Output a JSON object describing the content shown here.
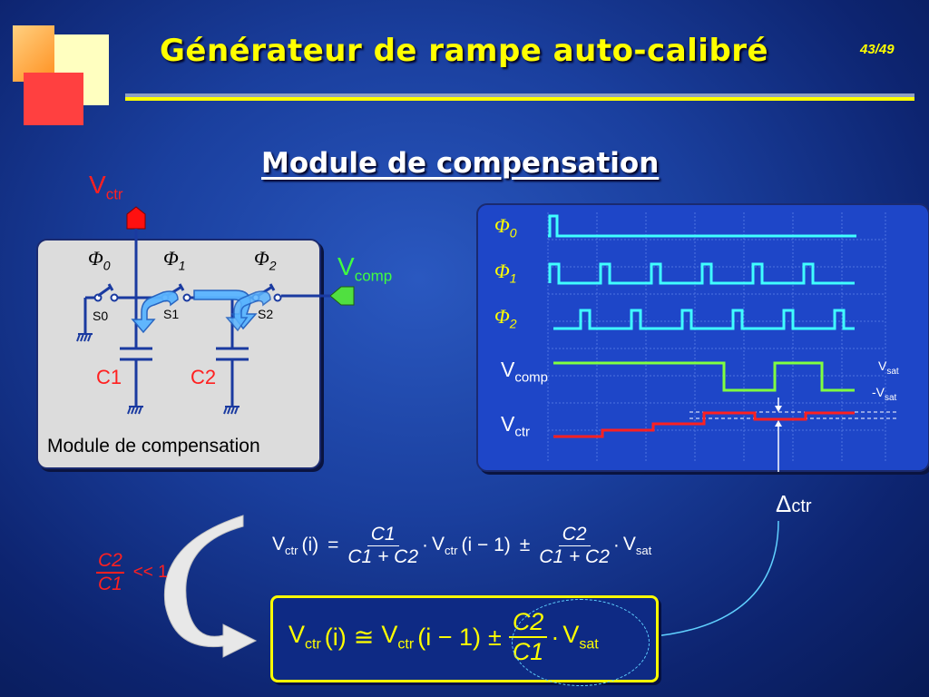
{
  "header": {
    "title": "Générateur de rampe auto-calibré",
    "page_number": "43/49"
  },
  "subtitle": "Module de compensation",
  "circuit": {
    "vctr_label": "V",
    "vctr_sub": "ctr",
    "vcomp_label": "V",
    "vcomp_sub": "comp",
    "phi0": "Φ",
    "phi0_sub": "0",
    "phi1": "Φ",
    "phi1_sub": "1",
    "phi2": "Φ",
    "phi2_sub": "2",
    "s0": "S0",
    "s1": "S1",
    "s2": "S2",
    "c1": "C1",
    "c2": "C2",
    "caption": "Module de compensation"
  },
  "timing": {
    "phi0": "Φ",
    "phi0_sub": "0",
    "phi1": "Φ",
    "phi1_sub": "1",
    "phi2": "Φ",
    "phi2_sub": "2",
    "vcomp_label": "V",
    "vcomp_sub": "comp",
    "vctr_label": "V",
    "vctr_sub": "ctr",
    "vsat_label": "V",
    "vsat_sub": "sat",
    "neg_vsat_label": "-V",
    "neg_vsat_sub": "sat"
  },
  "delta": {
    "symbol": "Δ",
    "sub": "ctr"
  },
  "condition": {
    "numerator": "C2",
    "denominator": "C1",
    "relation": "<< 1"
  },
  "equation1": {
    "v1": "V",
    "v1_sub": "ctr",
    "arg1": "(i)",
    "eq": "=",
    "frac1_num": "C1",
    "frac1_den": "C1 + C2",
    "dot1": "·",
    "v2": "V",
    "v2_sub": "ctr",
    "arg2": "(i − 1)",
    "pm": "±",
    "frac2_num": "C2",
    "frac2_den": "C1 + C2",
    "dot2": "·",
    "v3": "V",
    "v3_sub": "sat"
  },
  "equation2": {
    "v1": "V",
    "v1_sub": "ctr",
    "arg1": "(i)",
    "approx": "≅",
    "v2": "V",
    "v2_sub": "ctr",
    "arg2": "(i − 1)",
    "pm": "±",
    "frac_num": "C2",
    "frac_den": "C1",
    "dot": "·",
    "v3": "V",
    "v3_sub": "sat"
  },
  "colors": {
    "title": "#ffff00",
    "phi": "#ffff00",
    "cyan_signal": "#40ffff",
    "vcomp_signal": "#80ff40",
    "vctr_signal": "#ff2020",
    "wire": "#1a3aa0",
    "arrow": "#4aa0ff"
  }
}
